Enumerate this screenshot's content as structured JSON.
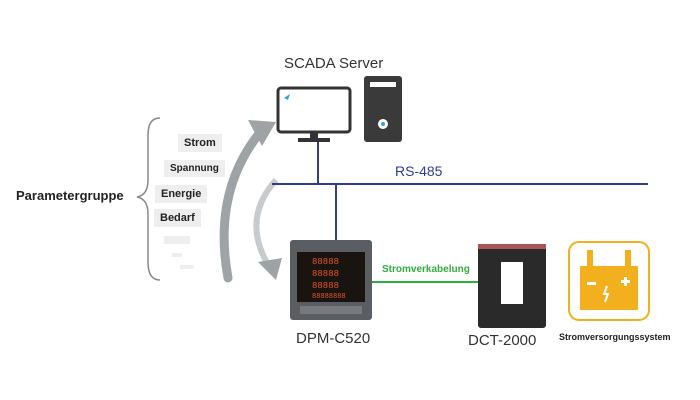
{
  "parameter_group": {
    "label": "Parametergruppe",
    "items": [
      "Strom",
      "Spannung",
      "Energie",
      "Bedarf"
    ]
  },
  "scada": {
    "label": "SCADA Server"
  },
  "bus": {
    "label": "RS-485",
    "color": "#2c3e8f"
  },
  "meter": {
    "label": "DPM-C520"
  },
  "wiring": {
    "label": "Stromverkabelung",
    "color": "#2fae3e"
  },
  "ct": {
    "label": "DCT-2000"
  },
  "power": {
    "label": "Stromversorgungssystem",
    "color": "#f2b01e"
  }
}
